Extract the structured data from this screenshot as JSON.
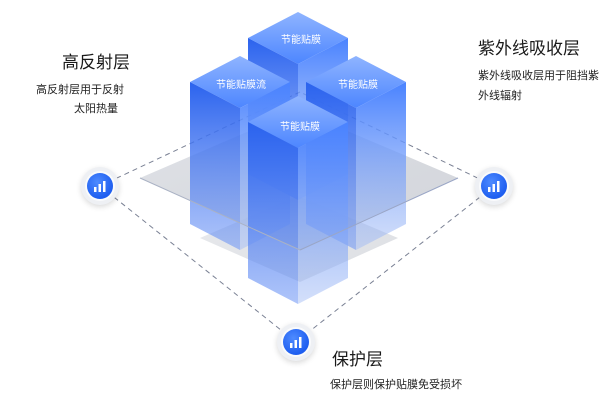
{
  "labels": {
    "top_left": {
      "title": "高反射层",
      "desc_line1": "高反射层用于反射",
      "desc_line2": "太阳热量"
    },
    "top_right": {
      "title": "紫外线吸收层",
      "desc_line1": "紫外线吸收层用于阻挡紫",
      "desc_line2": "外线辐射"
    },
    "bottom": {
      "title": "保护层",
      "desc_line1": "保护层则保护贴膜免受损坏"
    }
  },
  "cubes": {
    "back": "节能贴膜",
    "left": "节能贴膜流",
    "right": "节能贴膜",
    "front": "节能贴膜"
  },
  "colors": {
    "accent_blue": "#1e5ef0",
    "cube_blue": "#2f6bf2",
    "plate_gray": "#c9ccd3"
  },
  "icons": {
    "node_icon": "signal-bars-icon"
  }
}
